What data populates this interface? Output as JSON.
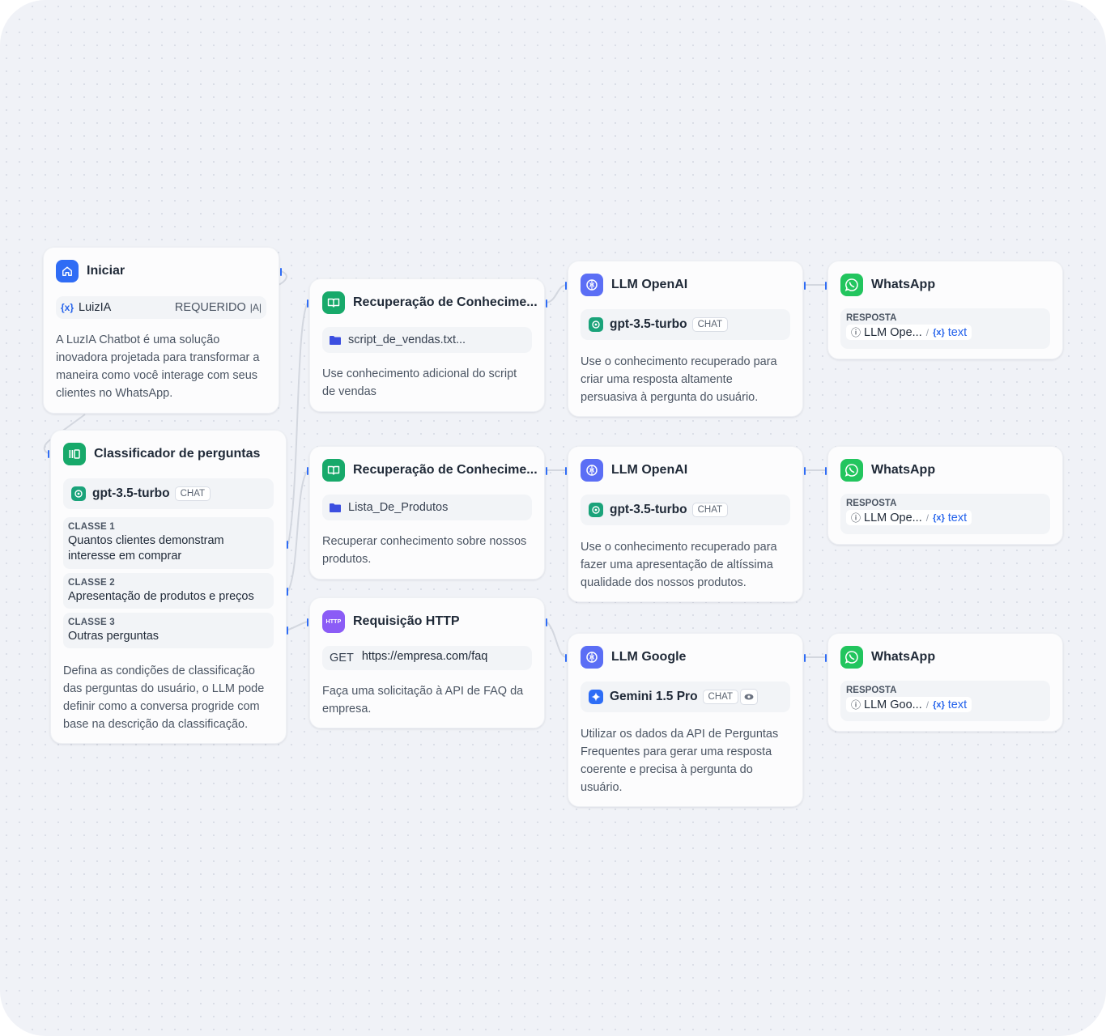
{
  "nodes": {
    "start": {
      "title": "Iniciar",
      "var_name": "LuizIA",
      "required": "REQUERIDO",
      "description": "A LuzIA Chatbot é uma solução inovadora projetada para transformar a maneira como você interage com seus clientes no WhatsApp."
    },
    "classifier": {
      "title": "Classificador de perguntas",
      "model": "gpt-3.5-turbo",
      "model_tag": "CHAT",
      "classes": [
        {
          "label": "CLASSE 1",
          "text": "Quantos clientes demonstram interesse em comprar"
        },
        {
          "label": "CLASSE 2",
          "text": "Apresentação de produtos e preços"
        },
        {
          "label": "CLASSE 3",
          "text": "Outras perguntas"
        }
      ],
      "description": "Defina as condições de classificação das perguntas do usuário, o LLM pode definir como a conversa progride com base na descrição da classificação."
    },
    "retrieval1": {
      "title": "Recuperação de Conhecime...",
      "file": "script_de_vendas.txt...",
      "description": "Use conhecimento adicional do script de vendas"
    },
    "retrieval2": {
      "title": "Recuperação de Conhecime...",
      "file": "Lista_De_Produtos",
      "description": "Recuperar conhecimento sobre nossos produtos."
    },
    "http": {
      "title": "Requisição HTTP",
      "icon_text": "HTTP",
      "method": "GET",
      "url": "https://empresa.com/faq",
      "description": "Faça uma solicitação à API de FAQ da empresa."
    },
    "llm1": {
      "title": "LLM OpenAI",
      "model": "gpt-3.5-turbo",
      "model_tag": "CHAT",
      "description": "Use o conhecimento recuperado para criar uma resposta altamente persuasiva à pergunta do usuário."
    },
    "llm2": {
      "title": "LLM OpenAI",
      "model": "gpt-3.5-turbo",
      "model_tag": "CHAT",
      "description": "Use o conhecimento recuperado para fazer uma apresentação de altíssima qualidade dos nossos produtos."
    },
    "llm3": {
      "title": "LLM Google",
      "model": "Gemini 1.5 Pro",
      "model_tag": "CHAT",
      "description": "Utilizar os dados da API de Perguntas Frequentes para gerar uma resposta coerente e precisa à pergunta do usuário."
    },
    "wa1": {
      "title": "WhatsApp",
      "label": "RESPOSTA",
      "source": "LLM Ope...",
      "sep": "/",
      "var": "text"
    },
    "wa2": {
      "title": "WhatsApp",
      "label": "RESPOSTA",
      "source": "LLM Ope...",
      "sep": "/",
      "var": "text"
    },
    "wa3": {
      "title": "WhatsApp",
      "label": "RESPOSTA",
      "source": "LLM Goo...",
      "sep": "/",
      "var": "text"
    }
  },
  "icons": {
    "var": "{x}",
    "text_input": "|A|"
  },
  "colors": {
    "accent": "#2f6cf5",
    "knowledge": "#17a96a",
    "llm": "#5b6ef5",
    "http": "#8b5cf6",
    "whatsapp": "#22c55e",
    "variable": "#2563eb"
  }
}
